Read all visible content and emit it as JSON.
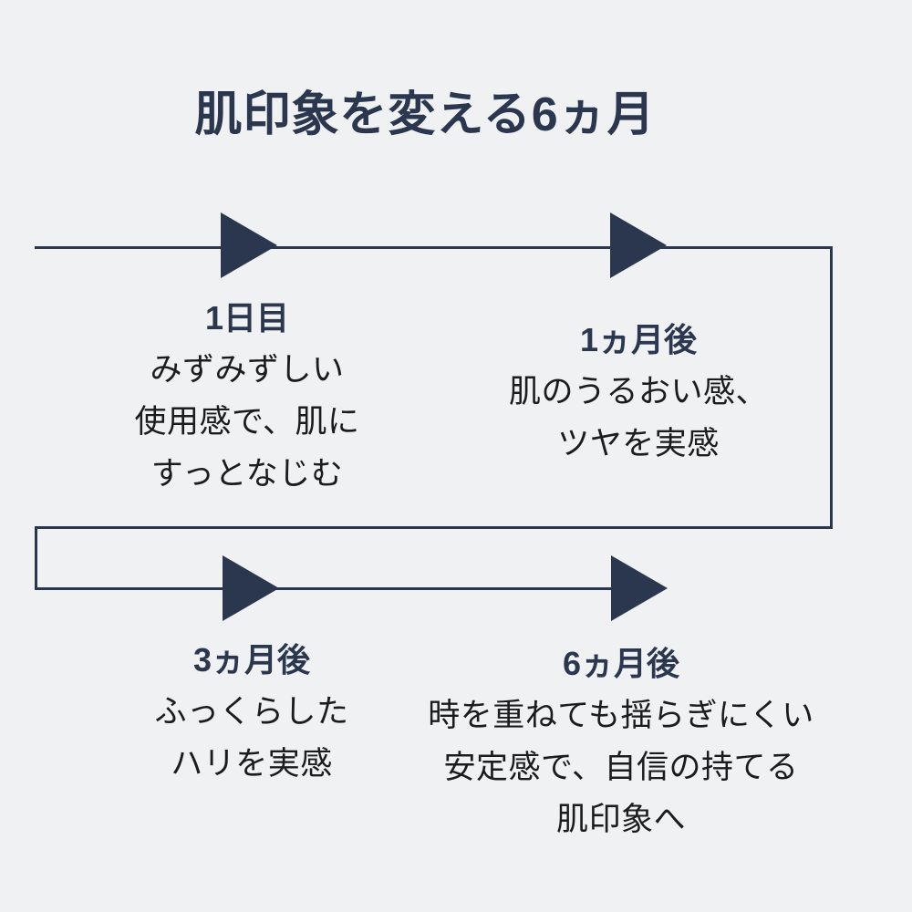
{
  "title": "肌印象を変える6ヵ月",
  "colors": {
    "background": "#eff1f3",
    "navy": "#2b374f",
    "text": "#1c1c1c"
  },
  "milestones": [
    {
      "label": "1日目",
      "lines": [
        "みずみずしい",
        "使用感で、肌に",
        "すっとなじむ"
      ]
    },
    {
      "label": "1ヵ月後",
      "lines": [
        "肌のうるおい感、",
        "ツヤを実感"
      ]
    },
    {
      "label": "3ヵ月後",
      "lines": [
        "ふっくらした",
        "ハリを実感"
      ]
    },
    {
      "label": "6ヵ月後",
      "lines": [
        "時を重ねても揺らぎにくい",
        "安定感で、自信の持てる",
        "肌印象へ"
      ]
    }
  ]
}
